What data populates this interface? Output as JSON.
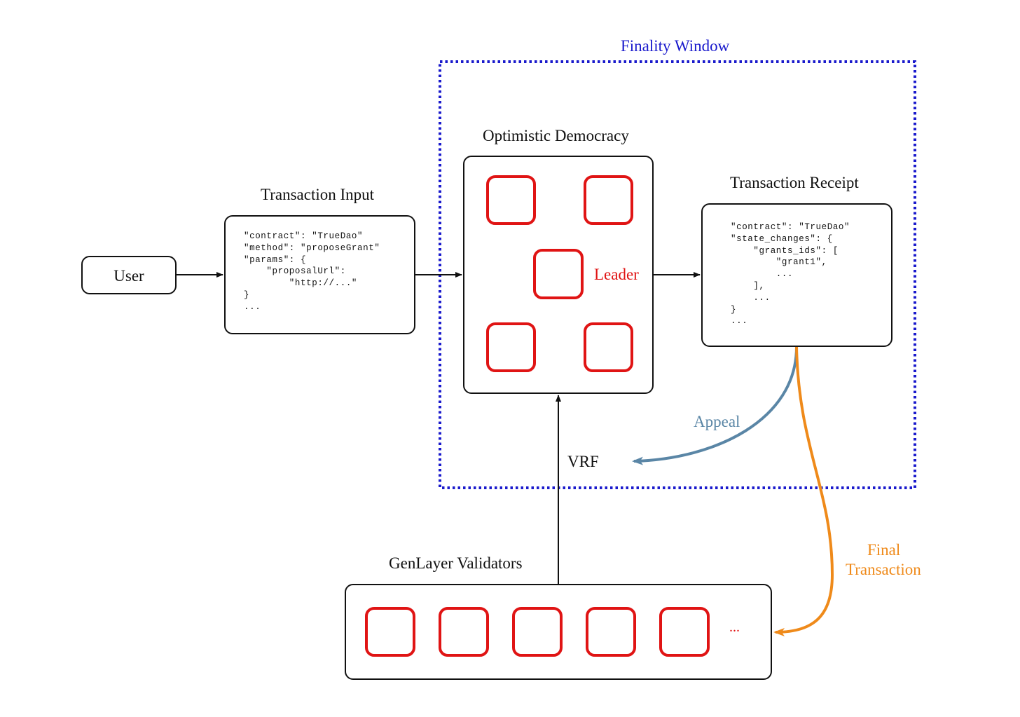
{
  "finality_window": {
    "title": "Finality Window",
    "color": "#1a1acc"
  },
  "user": {
    "label": "User"
  },
  "transaction_input": {
    "title": "Transaction Input",
    "code": "\"contract\": \"TrueDao\"\n\"method\": \"proposeGrant\"\n\"params\": {\n    \"proposalUrl\":\n        \"http://...\"\n}\n..."
  },
  "optimistic_democracy": {
    "title": "Optimistic Democracy",
    "leader_label": "Leader",
    "node_color": "#e01414"
  },
  "transaction_receipt": {
    "title": "Transaction Receipt",
    "code": "\"contract\": \"TrueDao\"\n\"state_changes\": {\n    \"grants_ids\": [\n        \"grant1\",\n        ...\n    ],\n    ...\n}\n..."
  },
  "vrf": {
    "label": "VRF"
  },
  "appeal": {
    "label": "Appeal",
    "color": "#5a86a6"
  },
  "final_transaction": {
    "label_line1": "Final",
    "label_line2": "Transaction",
    "color": "#ef8a1a"
  },
  "validators": {
    "title": "GenLayer Validators",
    "ellipsis": "..."
  }
}
